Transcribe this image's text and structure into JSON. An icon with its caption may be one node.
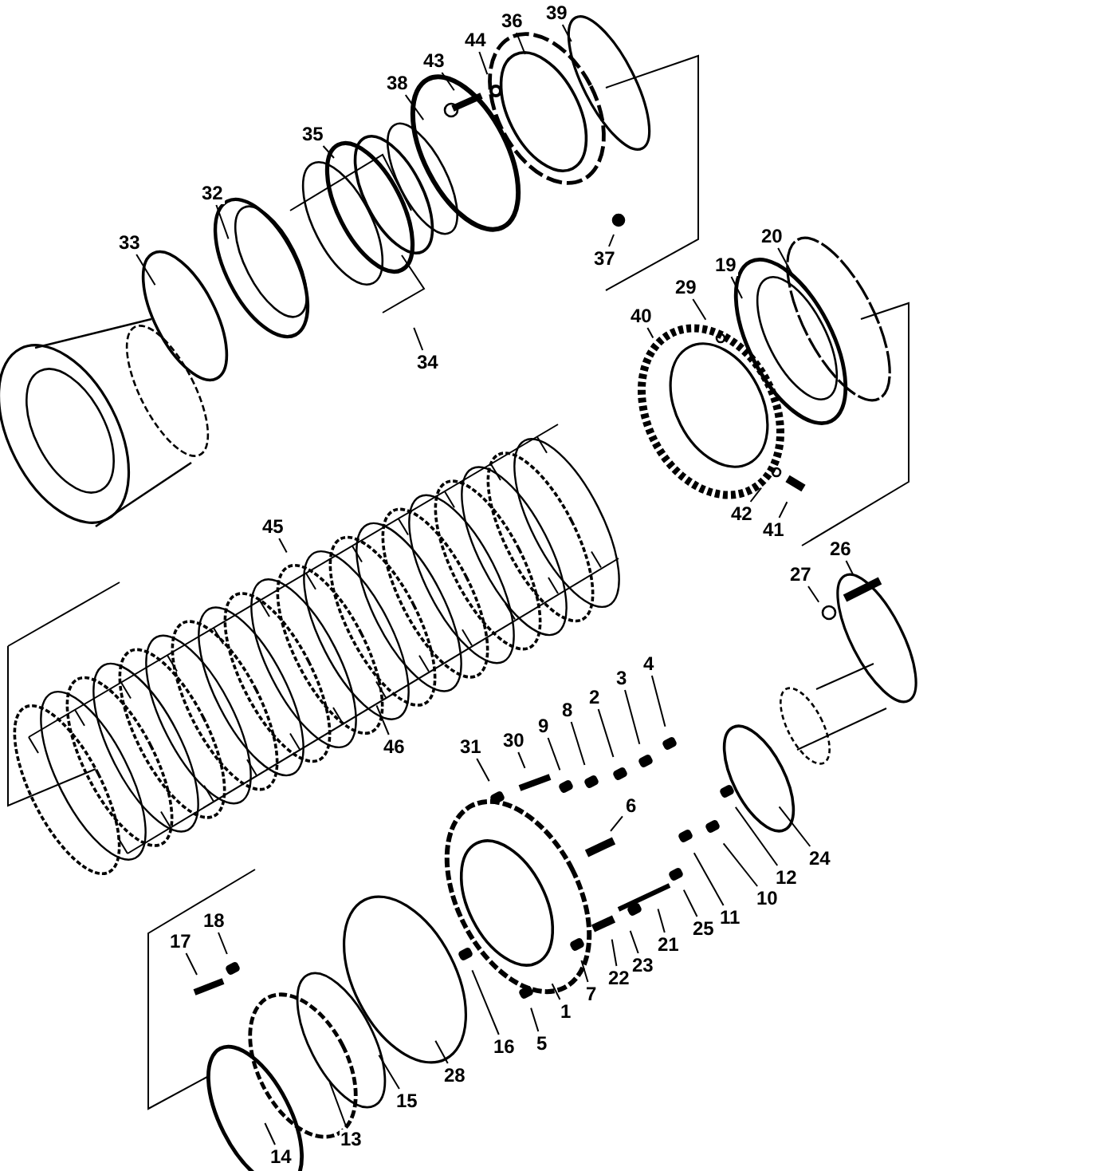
{
  "diagram": {
    "nodes": [
      {
        "text": [
          "39"
        ]
      },
      {
        "text": [
          "36"
        ]
      },
      {
        "text": [
          "44"
        ]
      },
      {
        "text": [
          "43"
        ]
      },
      {
        "text": [
          "38"
        ]
      },
      {
        "text": [
          "35"
        ]
      },
      {
        "text": [
          "32"
        ]
      },
      {
        "text": [
          "33"
        ]
      },
      {
        "text": [
          "20"
        ]
      },
      {
        "text": [
          "37"
        ]
      },
      {
        "text": [
          "19"
        ]
      },
      {
        "text": [
          "29"
        ]
      },
      {
        "text": [
          "40"
        ]
      },
      {
        "text": [
          "34"
        ]
      },
      {
        "text": [
          "42"
        ]
      },
      {
        "text": [
          "41"
        ]
      },
      {
        "text": [
          "45"
        ]
      },
      {
        "text": [
          "26"
        ]
      },
      {
        "text": [
          "27"
        ]
      },
      {
        "text": [
          "4"
        ]
      },
      {
        "text": [
          "3"
        ]
      },
      {
        "text": [
          "2"
        ]
      },
      {
        "text": [
          "8"
        ]
      },
      {
        "text": [
          "9"
        ]
      },
      {
        "text": [
          "30"
        ]
      },
      {
        "text": [
          "46"
        ]
      },
      {
        "text": [
          "31"
        ]
      },
      {
        "text": [
          "6"
        ]
      },
      {
        "text": [
          "24"
        ]
      },
      {
        "text": [
          "12"
        ]
      },
      {
        "text": [
          "10"
        ]
      },
      {
        "text": [
          "11"
        ]
      },
      {
        "text": [
          "17"
        ]
      },
      {
        "text": [
          "18"
        ]
      },
      {
        "text": [
          "25"
        ]
      },
      {
        "text": [
          "21"
        ]
      },
      {
        "text": [
          "23"
        ]
      },
      {
        "text": [
          "22"
        ]
      },
      {
        "text": [
          "7"
        ]
      },
      {
        "text": [
          "1"
        ]
      },
      {
        "text": [
          "5"
        ]
      },
      {
        "text": [
          "16"
        ]
      },
      {
        "text": [
          "28"
        ]
      },
      {
        "text": [
          "15"
        ]
      },
      {
        "text": [
          "13"
        ]
      },
      {
        "text": [
          "14"
        ]
      }
    ],
    "edges": [
      {
        "from": 0,
        "to": null,
        "arrow": "none"
      },
      {
        "from": 1,
        "to": null,
        "arrow": "none"
      },
      {
        "from": 2,
        "to": null,
        "arrow": "none"
      },
      {
        "from": 3,
        "to": null,
        "arrow": "none"
      },
      {
        "from": 4,
        "to": null,
        "arrow": "none"
      },
      {
        "from": 5,
        "to": null,
        "arrow": "none"
      },
      {
        "from": 6,
        "to": null,
        "arrow": "none"
      },
      {
        "from": 7,
        "to": null,
        "arrow": "none"
      },
      {
        "from": 8,
        "to": null,
        "arrow": "none"
      },
      {
        "from": 9,
        "to": null,
        "arrow": "none"
      },
      {
        "from": 10,
        "to": null,
        "arrow": "none"
      },
      {
        "from": 11,
        "to": null,
        "arrow": "none"
      },
      {
        "from": 12,
        "to": null,
        "arrow": "none"
      },
      {
        "from": 13,
        "to": null,
        "arrow": "none"
      },
      {
        "from": 14,
        "to": null,
        "arrow": "none"
      },
      {
        "from": 15,
        "to": null,
        "arrow": "none"
      },
      {
        "from": 16,
        "to": null,
        "arrow": "none"
      },
      {
        "from": 17,
        "to": null,
        "arrow": "none"
      },
      {
        "from": 18,
        "to": null,
        "arrow": "none"
      },
      {
        "from": 19,
        "to": null,
        "arrow": "none"
      },
      {
        "from": 20,
        "to": null,
        "arrow": "none"
      },
      {
        "from": 21,
        "to": null,
        "arrow": "none"
      },
      {
        "from": 22,
        "to": null,
        "arrow": "none"
      },
      {
        "from": 23,
        "to": null,
        "arrow": "none"
      },
      {
        "from": 24,
        "to": null,
        "arrow": "none"
      },
      {
        "from": 25,
        "to": null,
        "arrow": "none"
      },
      {
        "from": 26,
        "to": null,
        "arrow": "none"
      },
      {
        "from": 27,
        "to": null,
        "arrow": "none"
      },
      {
        "from": 28,
        "to": null,
        "arrow": "none"
      },
      {
        "from": 29,
        "to": null,
        "arrow": "none"
      },
      {
        "from": 30,
        "to": null,
        "arrow": "none"
      },
      {
        "from": 31,
        "to": null,
        "arrow": "none"
      },
      {
        "from": 32,
        "to": null,
        "arrow": "none"
      },
      {
        "from": 33,
        "to": null,
        "arrow": "none"
      },
      {
        "from": 34,
        "to": null,
        "arrow": "none"
      },
      {
        "from": 35,
        "to": null,
        "arrow": "none"
      },
      {
        "from": 36,
        "to": null,
        "arrow": "none"
      },
      {
        "from": 37,
        "to": null,
        "arrow": "none"
      },
      {
        "from": 38,
        "to": null,
        "arrow": "none"
      },
      {
        "from": 39,
        "to": null,
        "arrow": "none"
      },
      {
        "from": 40,
        "to": null,
        "arrow": "none"
      },
      {
        "from": 41,
        "to": null,
        "arrow": "none"
      },
      {
        "from": 42,
        "to": null,
        "arrow": "none"
      },
      {
        "from": 43,
        "to": null,
        "arrow": "none"
      },
      {
        "from": 44,
        "to": null,
        "arrow": "none"
      },
      {
        "from": 45,
        "to": null,
        "arrow": "none"
      }
    ]
  }
}
